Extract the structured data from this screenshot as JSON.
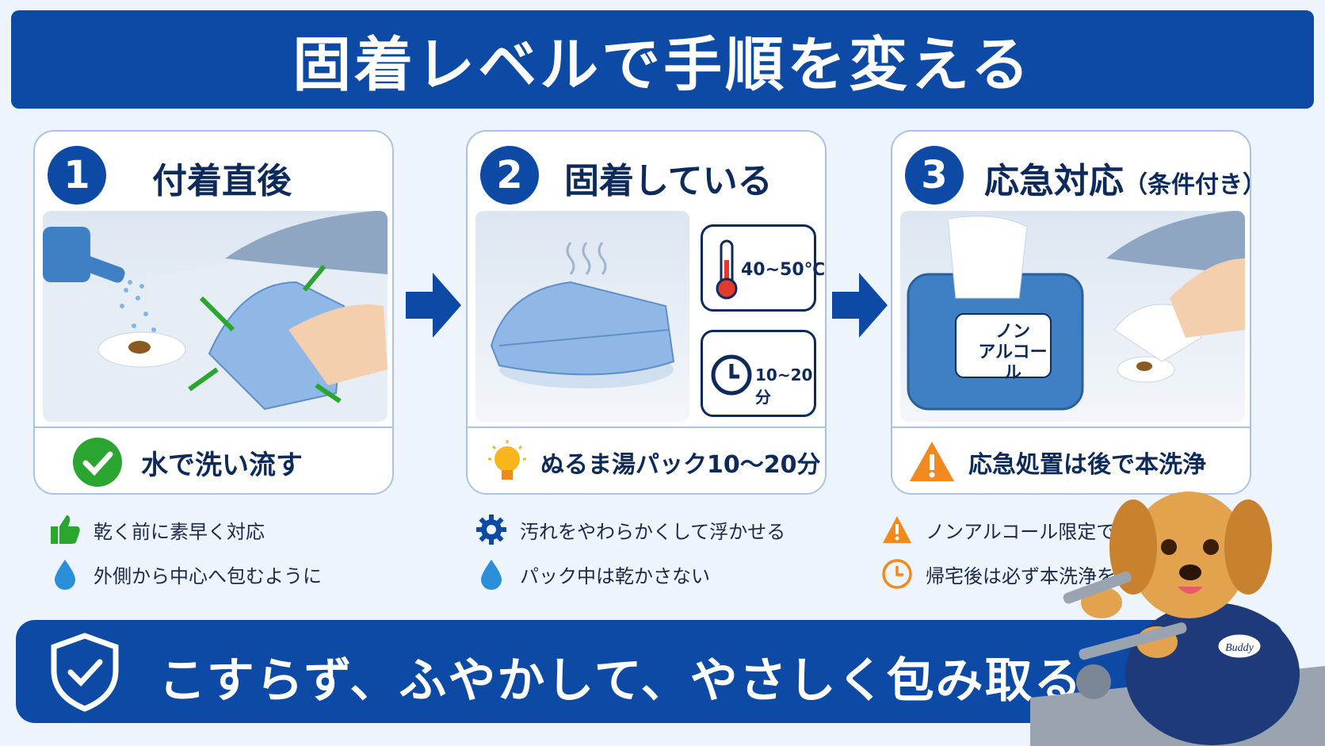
{
  "header": {
    "title": "固着レベルで手順を変える"
  },
  "steps": [
    {
      "num": "1",
      "title": "付着直後",
      "action": "水で洗い流す",
      "tips": [
        "乾く前に素早く対応",
        "外側から中心へ包むように"
      ]
    },
    {
      "num": "2",
      "title": "固着している",
      "action": "ぬるま湯パック10〜20分",
      "temp": "40~50℃",
      "time": "10~20分",
      "tips": [
        "汚れをやわらかくして浮かせる",
        "パック中は乾かさない"
      ]
    },
    {
      "num": "3",
      "title": "応急対応",
      "title_note": "（条件付き）",
      "action": "応急処置は後で本洗浄",
      "label": [
        "ノン",
        "アルコール"
      ],
      "tips": [
        "ノンアルコール限定で使用",
        "帰宅後は必ず本洗浄を実施"
      ]
    }
  ],
  "footer": {
    "message": "こすらず、ふやかして、やさしく包み取る"
  },
  "mascot": {
    "patch": "Buddy"
  },
  "colors": {
    "primary": "#0d4aa6",
    "green": "#2aa52f",
    "orange": "#f08a1c",
    "drop": "#2a8fd8"
  }
}
